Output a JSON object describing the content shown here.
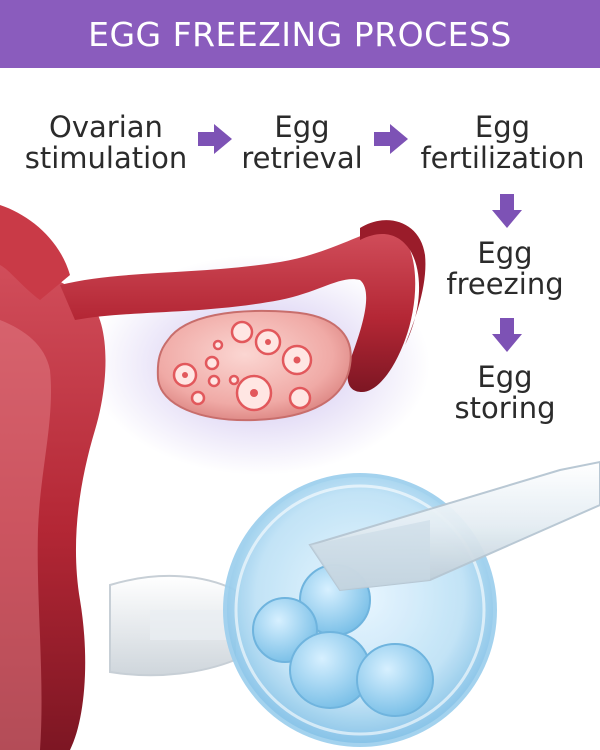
{
  "header": {
    "title": "EGG FREEZING PROCESS"
  },
  "steps": [
    {
      "line1": "Ovarian",
      "line2": "stimulation"
    },
    {
      "line1": "Egg",
      "line2": "retrieval"
    },
    {
      "line1": "Egg",
      "line2": "fertilization"
    },
    {
      "line1": "Egg",
      "line2": "freezing"
    },
    {
      "line1": "Egg",
      "line2": "storing"
    }
  ],
  "colors": {
    "header": "#8a5cbd",
    "arrow": "#7d52b5",
    "uterus": "#b42735",
    "ovary": "#f2b4b0",
    "cell": "#a9d8f2"
  },
  "icons": [
    "arrow-right-icon",
    "arrow-down-icon"
  ]
}
